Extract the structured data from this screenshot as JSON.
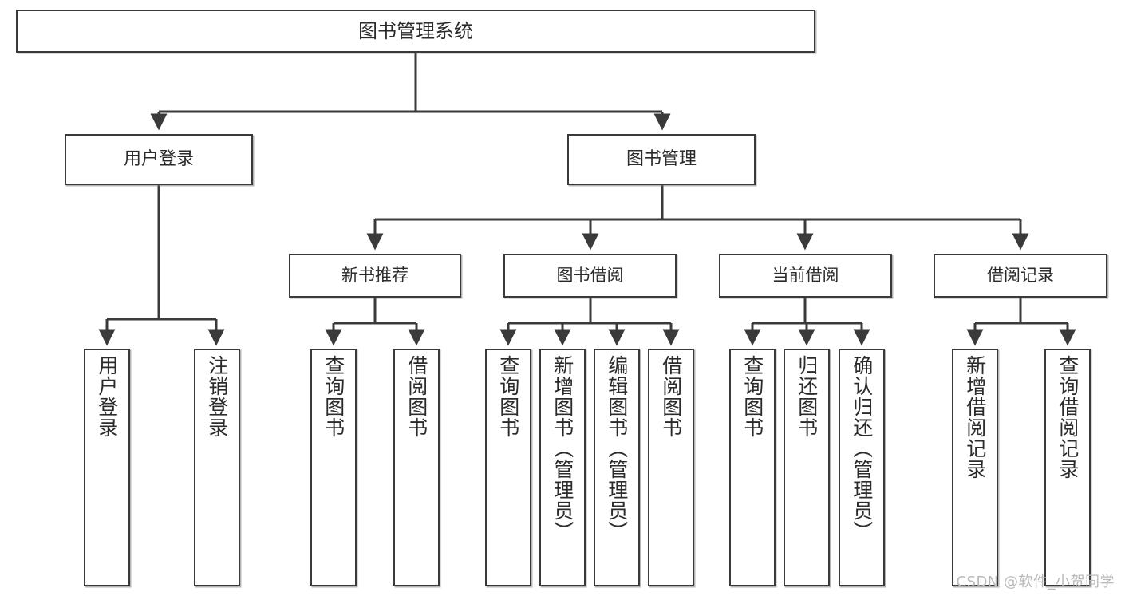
{
  "diagram": {
    "title": "图书管理系统",
    "watermark": "CSDN @软件_小贺同学",
    "accent_color": "#3a3a3a",
    "background_color": "#ffffff",
    "nodes": {
      "root": {
        "label": "图书管理系统"
      },
      "level2": [
        {
          "id": "user-login",
          "label": "用户登录"
        },
        {
          "id": "book-manage",
          "label": "图书管理"
        }
      ],
      "level3": [
        {
          "id": "new-book-recommend",
          "label": "新书推荐"
        },
        {
          "id": "book-borrow",
          "label": "图书借阅"
        },
        {
          "id": "current-borrow",
          "label": "当前借阅"
        },
        {
          "id": "borrow-record",
          "label": "借阅记录"
        }
      ],
      "leaves": {
        "user_login": [
          {
            "id": "leaf-user-login",
            "label": "用户登录"
          },
          {
            "id": "leaf-logout-login",
            "label": "注销登录"
          }
        ],
        "new_book_recommend": [
          {
            "id": "leaf-query-book-1",
            "label": "查询图书"
          },
          {
            "id": "leaf-borrow-book-1",
            "label": "借阅图书"
          }
        ],
        "book_borrow": [
          {
            "id": "leaf-query-book-2",
            "label": "查询图书"
          },
          {
            "id": "leaf-add-book",
            "label": "新增图书（管理员）"
          },
          {
            "id": "leaf-edit-book",
            "label": "编辑图书（管理员）"
          },
          {
            "id": "leaf-borrow-book-2",
            "label": "借阅图书"
          }
        ],
        "current_borrow": [
          {
            "id": "leaf-query-book-3",
            "label": "查询图书"
          },
          {
            "id": "leaf-return-book",
            "label": "归还图书"
          },
          {
            "id": "leaf-confirm-return",
            "label": "确认归还（管理员）"
          }
        ],
        "borrow_record": [
          {
            "id": "leaf-add-record",
            "label": "新增借阅记录"
          },
          {
            "id": "leaf-query-record",
            "label": "查询借阅记录"
          }
        ]
      }
    }
  }
}
